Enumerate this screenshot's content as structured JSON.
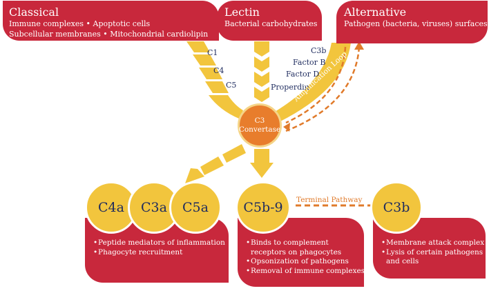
{
  "pathways": {
    "classical": {
      "title": "Classical",
      "lines": [
        "Immune complexes • Apoptotic cells",
        "Subcellular membranes • Mitochondrial cardiolipin"
      ]
    },
    "lectin": {
      "title": "Lectin",
      "lines": [
        "Bacterial carbohydrates"
      ]
    },
    "alternative": {
      "title": "Alternative",
      "lines": [
        "Pathogen (bacteria, viruses) surfaces"
      ]
    }
  },
  "classical_components": [
    "C1",
    "C4",
    "C5"
  ],
  "alternative_components": [
    "C3b",
    "Factor B",
    "Factor D",
    "Properdin"
  ],
  "amplification_loop": "Amplification Loop",
  "convertase": {
    "line1": "C3",
    "line2": "Convertase"
  },
  "products": {
    "anaphylatoxins": [
      "C4a",
      "C3a",
      "C5a"
    ],
    "mac": "C5b-9",
    "c3b": "C3b"
  },
  "terminal_pathway": "Terminal Pathway",
  "outcomes": {
    "anaphylatoxins": [
      "Peptide mediators of inflammation",
      "Phagocyte recruitment"
    ],
    "mac": [
      "Binds to complement",
      "receptors on phagocytes",
      "Opsonization of pathogens",
      "Removal of immune complexes"
    ],
    "c3b": [
      "Membrane attack complex",
      "Lysis of certain pathogens",
      "and cells"
    ]
  },
  "colors": {
    "red": "#c8283c",
    "yellow": "#f2c53d",
    "orange": "#e87d2c",
    "navy": "#1e2b5e"
  }
}
